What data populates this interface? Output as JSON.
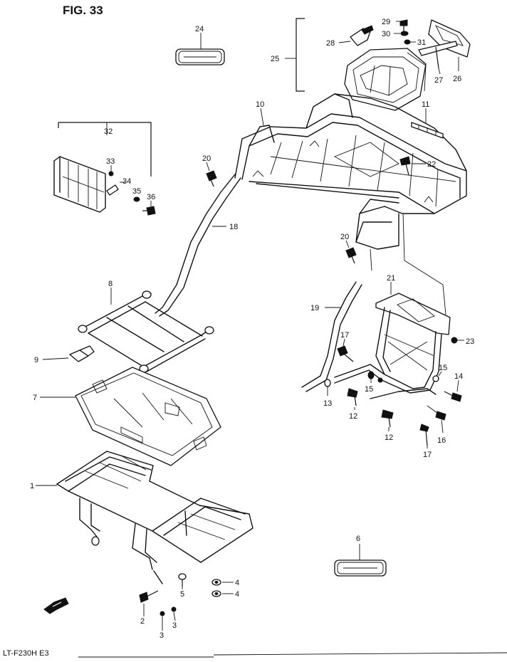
{
  "figure_title": "FIG. 33",
  "footer_model": "LT-F230H E3",
  "callouts": [
    {
      "id": "c1",
      "label": "1"
    },
    {
      "id": "c2",
      "label": "2"
    },
    {
      "id": "c3a",
      "label": "3"
    },
    {
      "id": "c3b",
      "label": "3"
    },
    {
      "id": "c4a",
      "label": "4"
    },
    {
      "id": "c4b",
      "label": "4"
    },
    {
      "id": "c5",
      "label": "5"
    },
    {
      "id": "c6",
      "label": "6"
    },
    {
      "id": "c7",
      "label": "7"
    },
    {
      "id": "c8",
      "label": "8"
    },
    {
      "id": "c9",
      "label": "9"
    },
    {
      "id": "c10",
      "label": "10"
    },
    {
      "id": "c11",
      "label": "11"
    },
    {
      "id": "c12a",
      "label": "12"
    },
    {
      "id": "c12b",
      "label": "12"
    },
    {
      "id": "c13",
      "label": "13"
    },
    {
      "id": "c14",
      "label": "14"
    },
    {
      "id": "c15a",
      "label": "15"
    },
    {
      "id": "c15b",
      "label": "15"
    },
    {
      "id": "c16",
      "label": "16"
    },
    {
      "id": "c17a",
      "label": "17"
    },
    {
      "id": "c17b",
      "label": "17"
    },
    {
      "id": "c18",
      "label": "18"
    },
    {
      "id": "c19",
      "label": "19"
    },
    {
      "id": "c20a",
      "label": "20"
    },
    {
      "id": "c20b",
      "label": "20"
    },
    {
      "id": "c21",
      "label": "21"
    },
    {
      "id": "c22",
      "label": "22"
    },
    {
      "id": "c23",
      "label": "23"
    },
    {
      "id": "c24",
      "label": "24"
    },
    {
      "id": "c25",
      "label": "25"
    },
    {
      "id": "c26",
      "label": "26"
    },
    {
      "id": "c27",
      "label": "27"
    },
    {
      "id": "c28",
      "label": "28"
    },
    {
      "id": "c29",
      "label": "29"
    },
    {
      "id": "c30",
      "label": "30"
    },
    {
      "id": "c31",
      "label": "31"
    },
    {
      "id": "c32",
      "label": "32"
    },
    {
      "id": "c33",
      "label": "33"
    },
    {
      "id": "c34",
      "label": "34"
    },
    {
      "id": "c35",
      "label": "35"
    },
    {
      "id": "c36",
      "label": "36"
    }
  ]
}
